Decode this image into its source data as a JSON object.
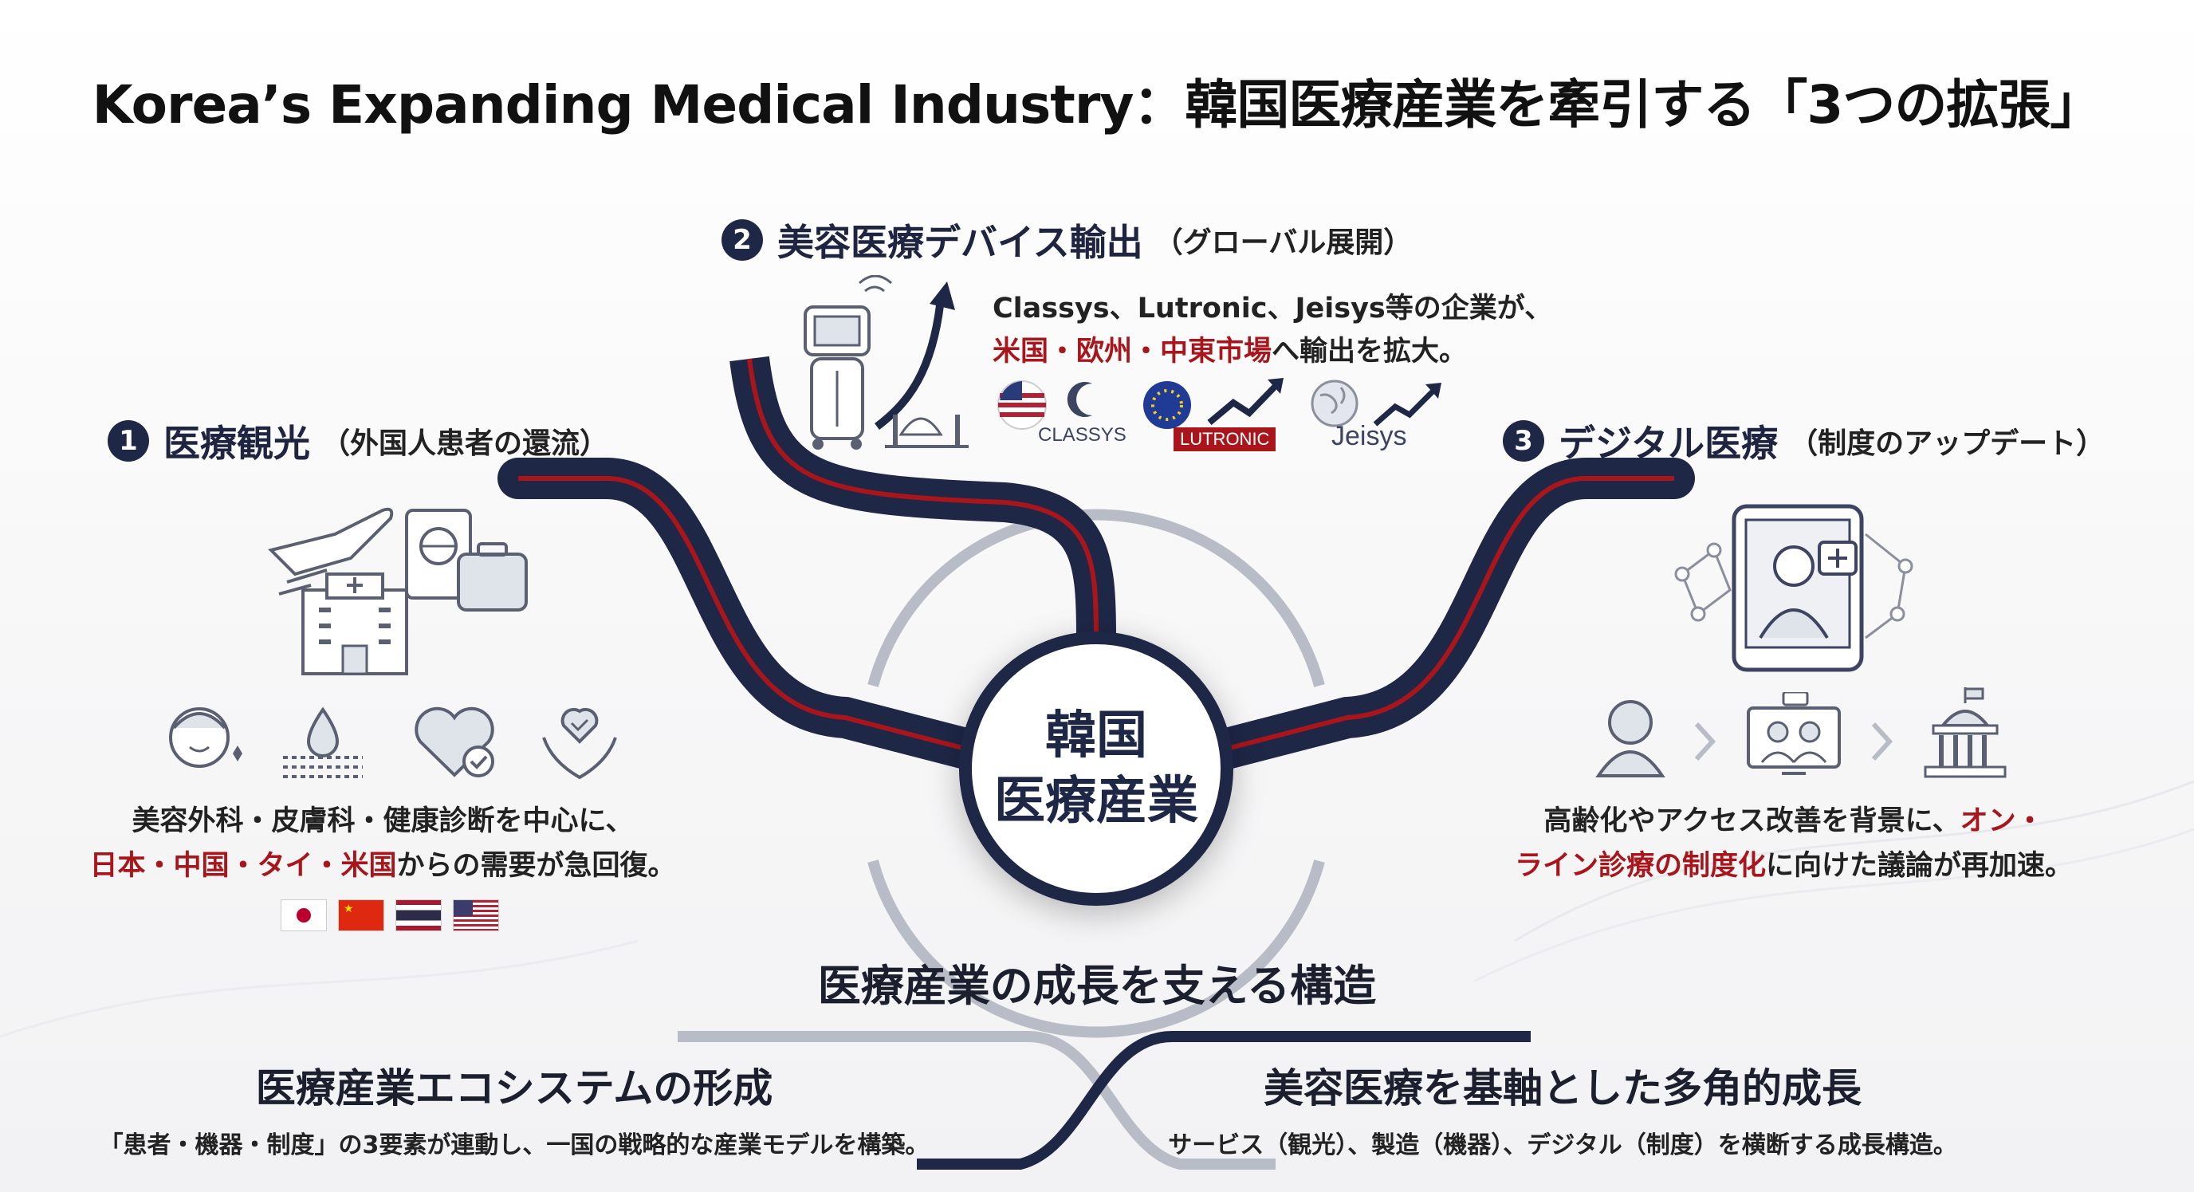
{
  "title": "Korea’s Expanding Medical Industry：韓国医療産業を牽引する「3つの拡張」",
  "center": {
    "line1": "韓国",
    "line2": "医療産業"
  },
  "sections": {
    "tourism": {
      "number": "1",
      "title": "医療観光",
      "subtitle": "（外国人患者の還流）",
      "desc_line1": "美容外科・皮膚科・健康診断を中心に、",
      "desc_line2_red": "日本・中国・タイ・米国",
      "desc_line2_rest": "からの需要が急回復。",
      "flags": [
        "japan",
        "china",
        "thailand",
        "usa"
      ]
    },
    "devices": {
      "number": "2",
      "title": "美容医療デバイス輸出",
      "subtitle": "（グローバル展開）",
      "desc_line1": "Classys、Lutronic、Jeisys等の企業が、",
      "desc_line2_red": "米国・欧州・中東市場",
      "desc_line2_rest": "へ輸出を拡大。",
      "logos": [
        "CLASSYS",
        "LUTRONIC",
        "Jeisys"
      ]
    },
    "digital": {
      "number": "3",
      "title": "デジタル医療",
      "subtitle": "（制度のアップデート）",
      "desc_line1_a": "高齢化やアクセス改善を背景に、",
      "desc_line1_red": "オン・",
      "desc_line2_red": "ライン診療の制度化",
      "desc_line2_rest": "に向けた議論が再加速。"
    }
  },
  "structure": {
    "title": "医療産業の成長を支える構造",
    "left": {
      "title": "医療産業エコシステムの形成",
      "desc": "「患者・機器・制度」の3要素が連動し、一国の戦略的な産業モデルを構築。"
    },
    "right": {
      "title": "美容医療を基軸とした多角的成長",
      "desc": "サービス（観光）、製造（機器）、デジタル（制度）を横断する成長構造。"
    }
  },
  "colors": {
    "navy": "#1f2747",
    "red": "#a8161c",
    "gray": "#b8bcc6"
  }
}
